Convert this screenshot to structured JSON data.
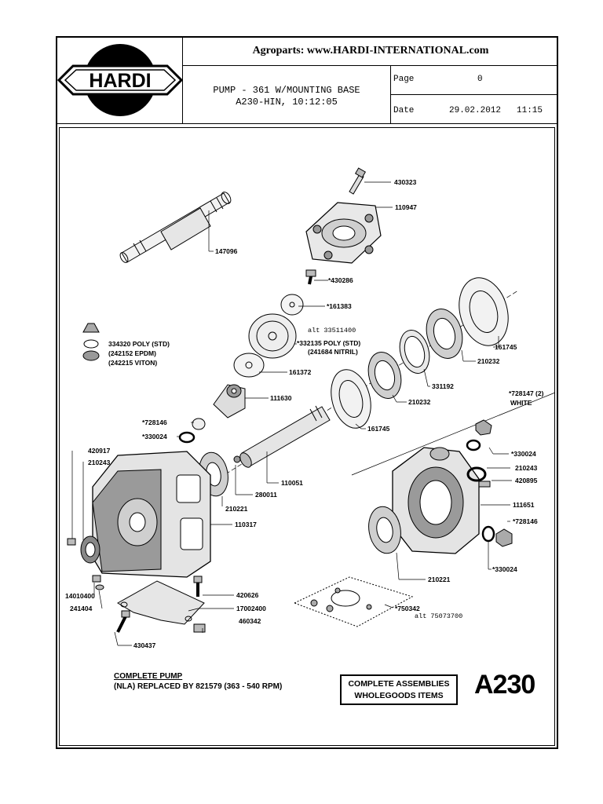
{
  "header": {
    "logo_text": "HARDI",
    "site": "Agroparts: www.HARDI-INTERNATIONAL.com",
    "title_line1": "PUMP - 361 W/MOUNTING BASE",
    "title_line2": "A230-HIN, 10:12:05",
    "page_label": "Page",
    "page_value": "0",
    "date_label": "Date",
    "date_value": "29.02.2012",
    "time_value": "11:15"
  },
  "parts": {
    "p430323": "430323",
    "p110947": "110947",
    "p147096": "147096",
    "p430286": "*430286",
    "p161383": "*161383",
    "alt33511400": "alt 33511400",
    "p334320": "334320  POLY (STD)",
    "p242152": "(242152 EPDM)",
    "p242215": "(242215 VITON)",
    "p332135": "*332135 POLY (STD)",
    "p241684": "(241684 NITRIL)",
    "p161745a": "161745",
    "p210232a": "210232",
    "p161372": "161372",
    "p331192": "331192",
    "p111630": "111630",
    "p210232b": "210232",
    "p728147": "*728147 (2)",
    "white": "WHITE",
    "p728146a": "*728146",
    "p330024a": "*330024",
    "p161745b": "161745",
    "p420917": "420917",
    "p210243a": "210243",
    "p330024b": "*330024",
    "p210243b": "210243",
    "p420895": "420895",
    "p110051": "110051",
    "p280011": "280011",
    "p111651": "111651",
    "p210221a": "210221",
    "p728146b": "*728146",
    "p110317": "110317",
    "p330024c": "*330024",
    "p210221b": "210221",
    "p14010400": "14010400",
    "p420626": "420626",
    "p241404": "241404",
    "p17002400": "17002400",
    "p460342": "460342",
    "p750342": "*750342",
    "alt75073700": "alt 75073700",
    "p430437": "430437"
  },
  "footer": {
    "complete_pump": "COMPLETE PUMP",
    "replaced": "(NLA) REPLACED BY 821579 (363 - 540 RPM)",
    "assy_line1": "COMPLETE ASSEMBLIES",
    "assy_line2": "WHOLEGOODS ITEMS",
    "page_code": "A230"
  }
}
